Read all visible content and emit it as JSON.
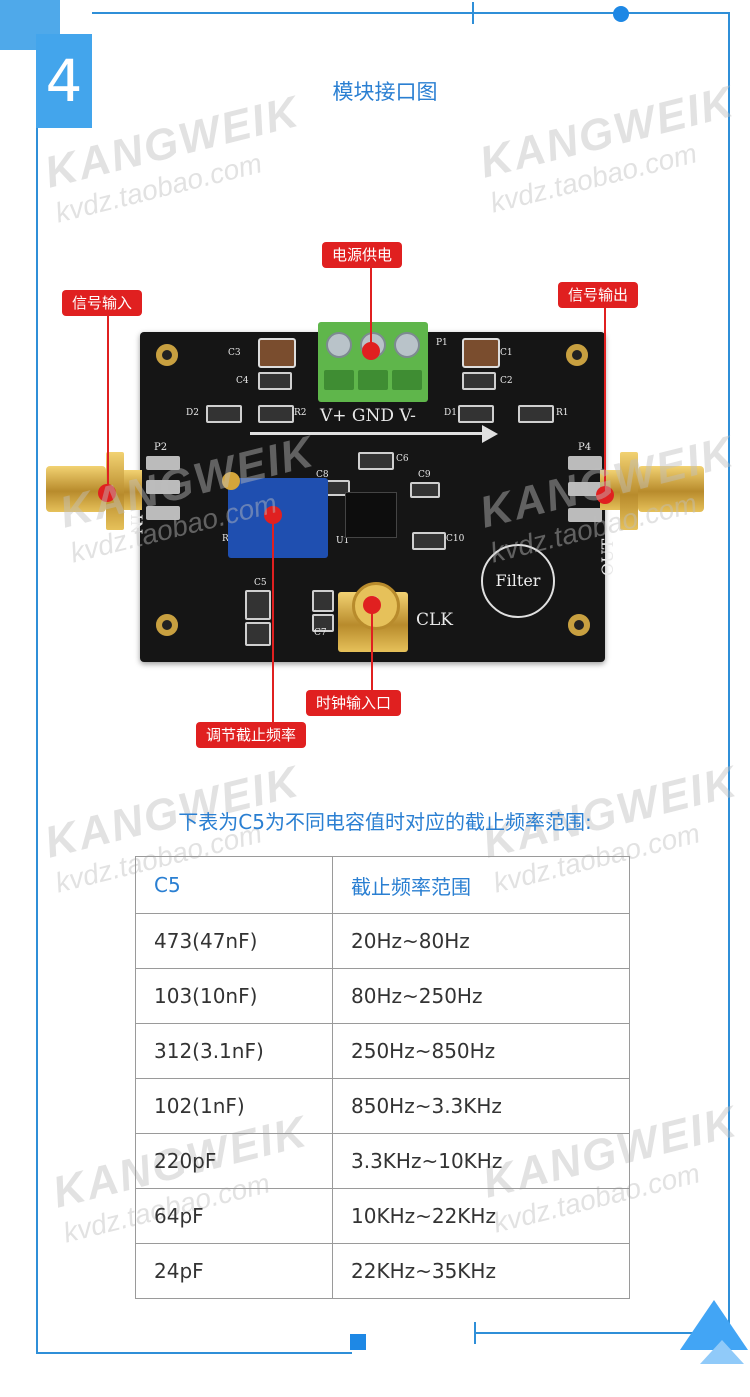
{
  "section_number": "4",
  "title": "模块接口图",
  "watermark": {
    "brand": "KANGWEIK",
    "url": "kvdz.taobao.com"
  },
  "callouts": {
    "power": "电源供电",
    "signal_in": "信号输入",
    "signal_out": "信号输出",
    "clock_in": "时钟输入口",
    "cutoff_adjust": "调节截止频率"
  },
  "board_labels": {
    "terminal": "V+ GND V-",
    "in": "IN",
    "out": "OUT",
    "clk": "CLK",
    "filter": "Filter",
    "p1": "P1",
    "p2": "P2",
    "p4": "P4",
    "c1": "C1",
    "c2": "C2",
    "c3": "C3",
    "c4": "C4",
    "c5": "C5",
    "c6": "C6",
    "c7": "C7",
    "c8": "C8",
    "c9": "C9",
    "c10": "C10",
    "d1": "D1",
    "d2": "D2",
    "r1": "R1",
    "r2": "R2",
    "r3": "R3",
    "u1": "U1"
  },
  "table_caption": "下表为C5为不同电容值时对应的截止频率范围:",
  "table": {
    "headers": [
      "C5",
      "截止频率范围"
    ],
    "rows": [
      [
        "473(47nF)",
        "20Hz~80Hz"
      ],
      [
        "103(10nF)",
        "80Hz~250Hz"
      ],
      [
        "312(3.1nF)",
        "250Hz~850Hz"
      ],
      [
        "102(1nF)",
        "850Hz~3.3KHz"
      ],
      [
        "220pF",
        "3.3KHz~10KHz"
      ],
      [
        "64pF",
        "10KHz~22KHz"
      ],
      [
        "24pF",
        "22KHz~35KHz"
      ]
    ]
  }
}
